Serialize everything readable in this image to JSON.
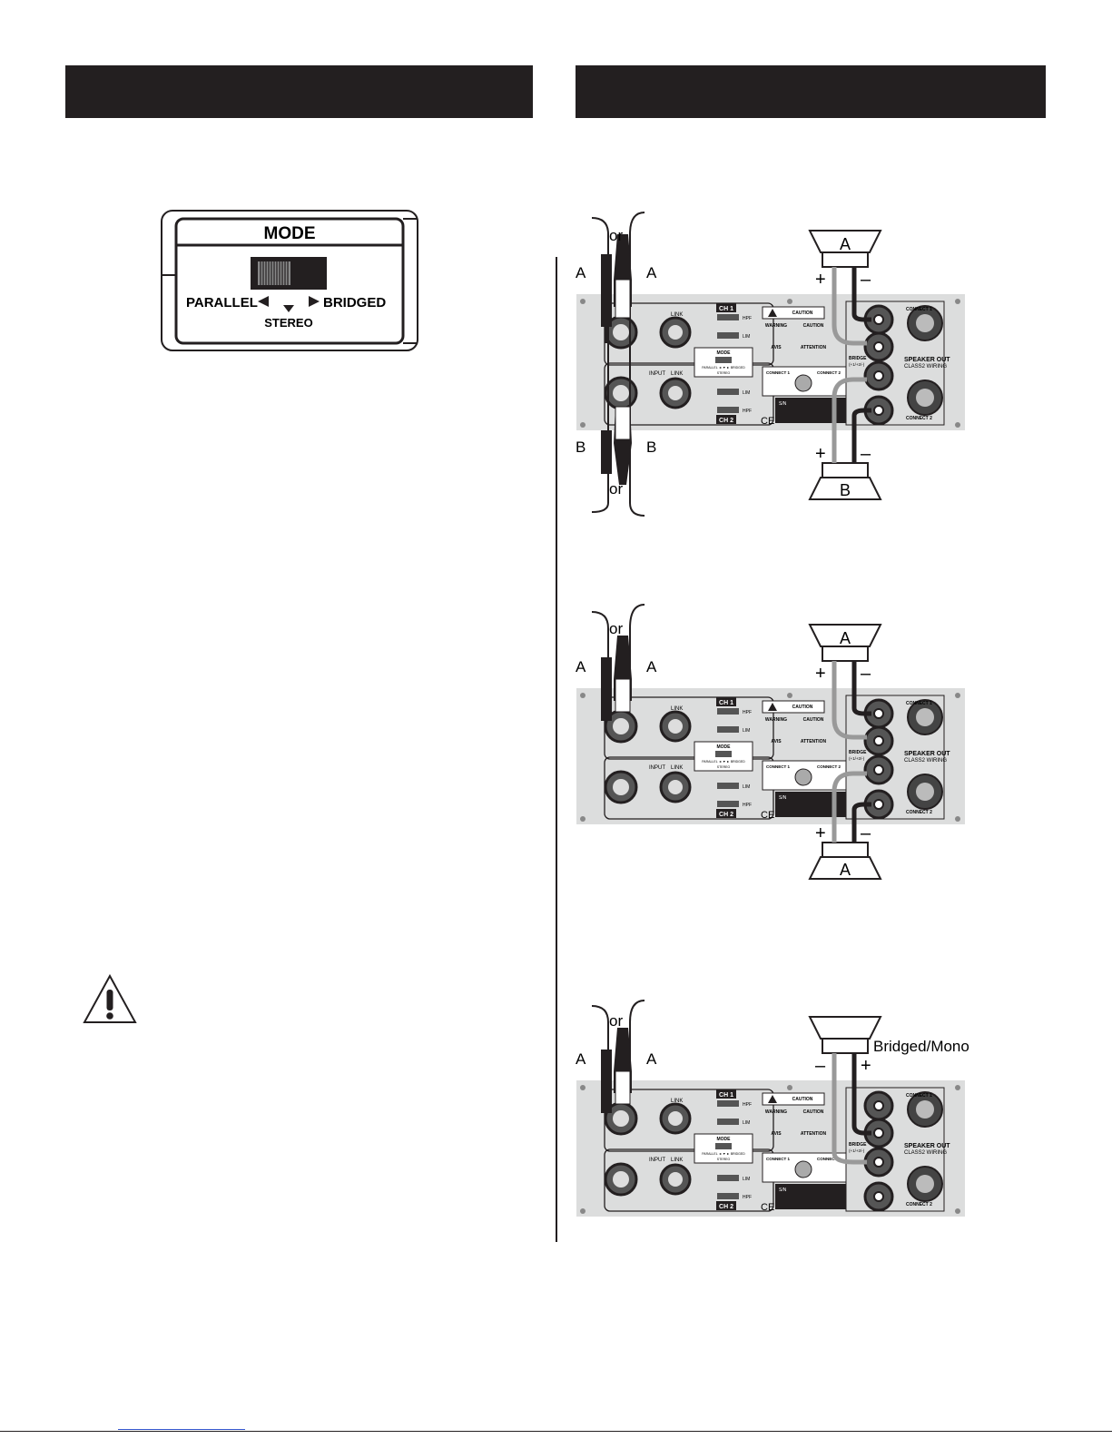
{
  "mode_panel": {
    "title": "MODE",
    "left_label": "PARALLEL",
    "right_label": "BRIDGED",
    "bottom_label": "STEREO"
  },
  "amp_labels": {
    "ch1": "CH 1",
    "ch2": "CH 2",
    "input": "INPUT",
    "link": "LINK",
    "hpf": "HPF",
    "lim": "LIM",
    "mode": "MODE",
    "mode_sub": "PARALLEL ◄ ▼ ► BRIDGED",
    "mode_sub2": "STEREO",
    "caution": "CAUTION",
    "warning": "WARNING",
    "caution_fr": "CAUTION",
    "avis": "AVIS",
    "attention": "ATTENTION",
    "connect1": "CONNECT 1",
    "connect2": "CONNECT 2",
    "bridge": "BRIDGE",
    "bridge_sub": "(+1/+2/-)",
    "speaker_out": "SPEAKER OUT",
    "class2": "CLASS2 WIRING",
    "sn": "S/N",
    "ce": "CE"
  },
  "diagram1": {
    "or_top": "or",
    "or_bottom": "or",
    "in_a_left": "A",
    "in_a_right": "A",
    "in_b_left": "B",
    "in_b_right": "B",
    "spk_top": "A",
    "spk_bottom": "B",
    "plus": "+",
    "minus": "–"
  },
  "diagram2": {
    "or_top": "or",
    "in_a_left": "A",
    "in_a_right": "A",
    "spk_top": "A",
    "spk_bottom": "A",
    "plus": "+",
    "minus": "–"
  },
  "diagram3": {
    "or_top": "or",
    "in_a_left": "A",
    "in_a_right": "A",
    "spk_label": "Bridged/Mono",
    "plus": "+",
    "minus": "–"
  }
}
